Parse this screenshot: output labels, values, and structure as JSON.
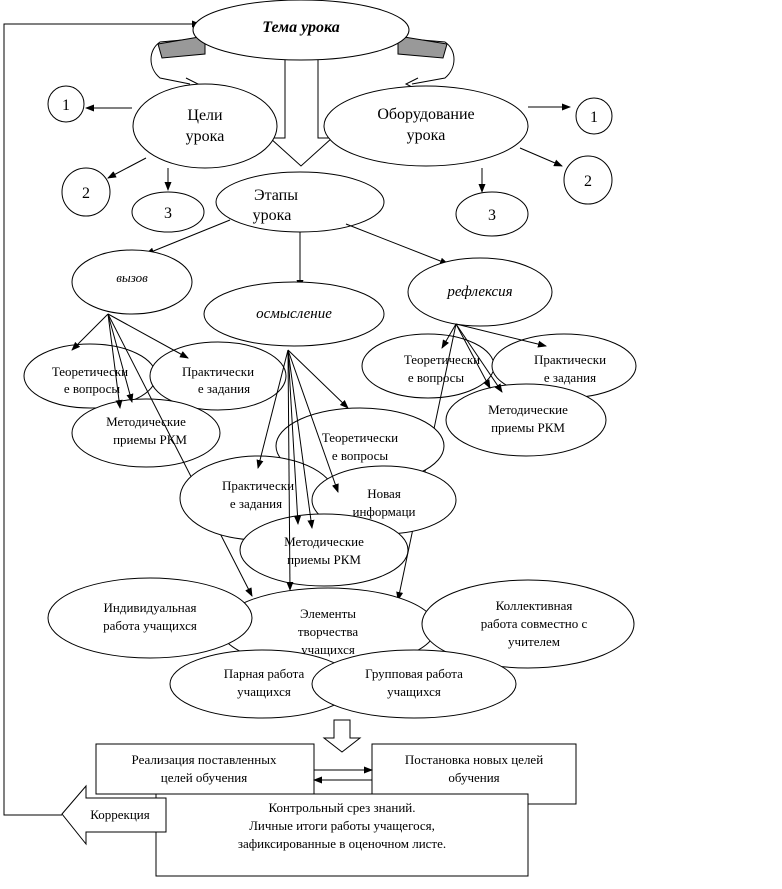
{
  "topic": "Тема урока",
  "goals": [
    "Цели",
    "урока"
  ],
  "equipment": [
    "Оборудование",
    "урока"
  ],
  "stages": [
    "Этапы",
    "урока"
  ],
  "num1": "1",
  "num2": "2",
  "num3": "3",
  "call": "вызов",
  "comprehension": "осмысление",
  "reflection": "рефлексия",
  "theory": [
    "Теоретически",
    "е вопросы"
  ],
  "practice": [
    "Практически",
    "е задания"
  ],
  "methods": [
    "Методические",
    "приемы РКМ"
  ],
  "new_info": [
    "Новая",
    "информаци"
  ],
  "individual": [
    "Индивидуальная",
    "работа учащихся"
  ],
  "creativity": [
    "Элементы",
    "творчества",
    "учащихся"
  ],
  "collective": [
    "Коллективная",
    "работа совместно с",
    "учителем"
  ],
  "pair": [
    "Парная работа",
    "учащихся"
  ],
  "group": [
    "Групповая работа",
    "учащихся"
  ],
  "realization": [
    "Реализация поставленных",
    "целей обучения"
  ],
  "new_goals": [
    "Постановка новых целей",
    "обучения"
  ],
  "control": [
    "Контрольный срез знаний.",
    "Личные итоги работы учащегося,",
    "зафиксированные в оценочном листе."
  ],
  "correction": "Коррекция"
}
